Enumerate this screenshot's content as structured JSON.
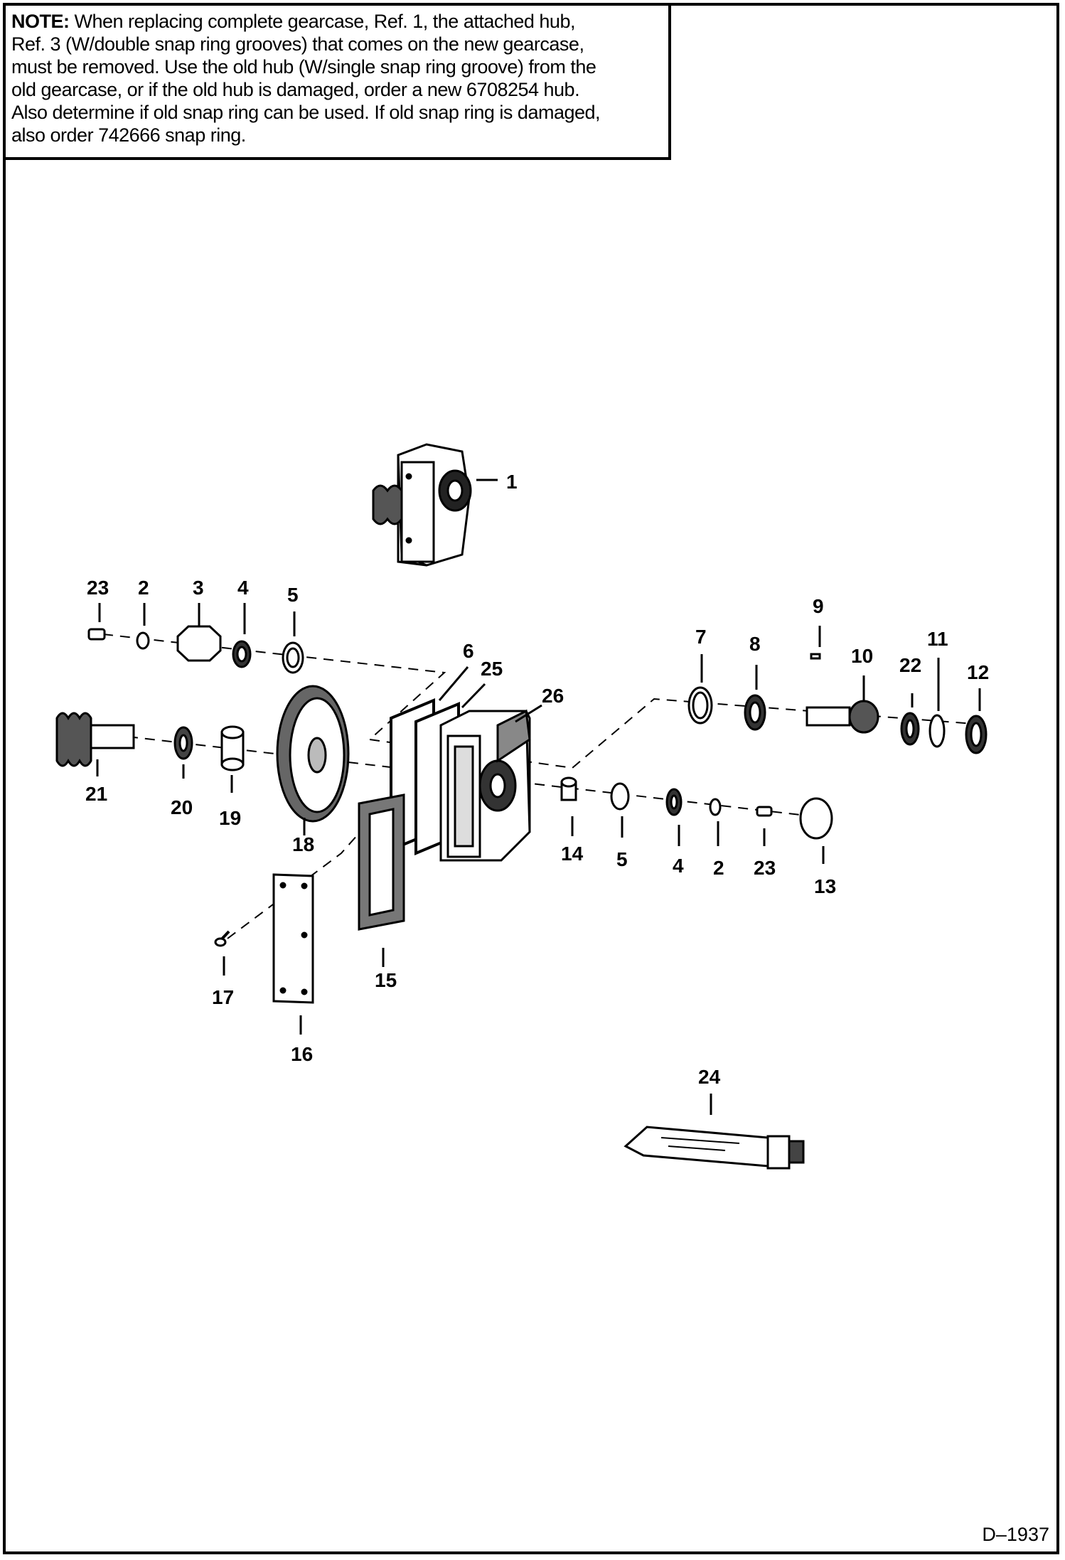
{
  "note": {
    "label": "NOTE:",
    "lines": [
      "When replacing complete gearcase, Ref. 1, the  attached hub,",
      "Ref. 3 (W/double snap ring grooves) that comes on the new gearcase,",
      "must be removed.  Use the old hub (W/single snap ring groove) from the",
      "old gearcase, or if the old hub is damaged, order a new 6708254 hub.",
      "Also determine if old snap ring can be used.  If old snap ring is damaged,",
      "also order 742666 snap ring."
    ]
  },
  "callouts": [
    "1",
    "23",
    "2",
    "3",
    "4",
    "5",
    "6",
    "25",
    "26",
    "7",
    "8",
    "9",
    "10",
    "22",
    "11",
    "12",
    "21",
    "20",
    "19",
    "18",
    "14",
    "5",
    "4",
    "2",
    "23",
    "13",
    "15",
    "17",
    "16",
    "24"
  ],
  "doc_id": "D–1937"
}
